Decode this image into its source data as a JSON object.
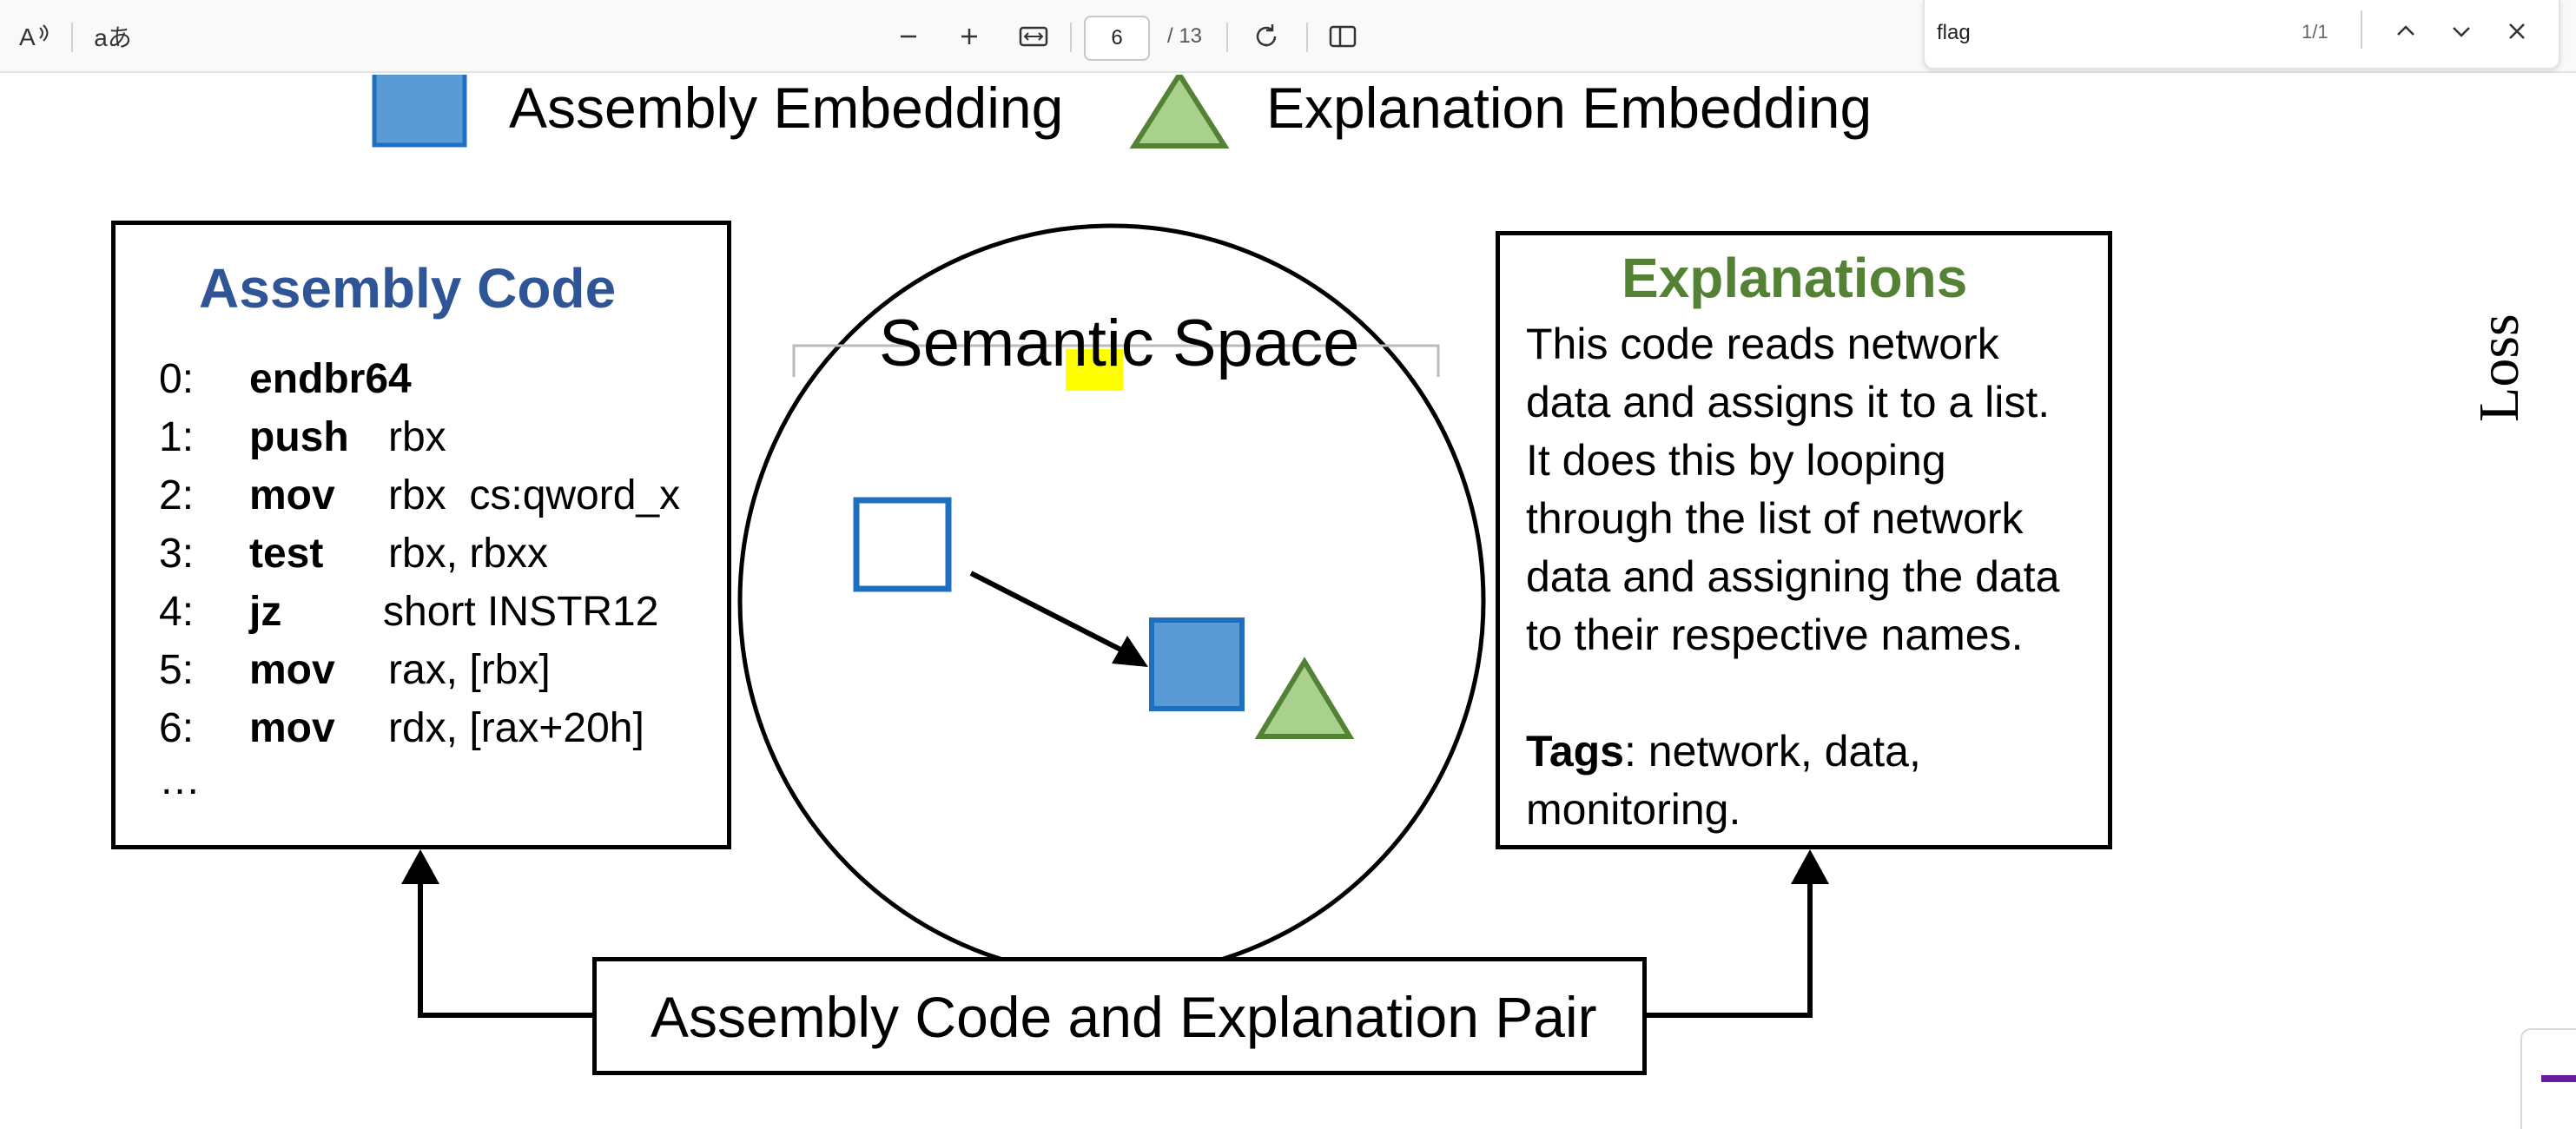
{
  "toolbar": {
    "read_aloud_label": "A",
    "translate_label": "aあ",
    "zoom_out_label": "−",
    "zoom_in_label": "+",
    "page_current": "6",
    "page_total": "/ 13"
  },
  "find": {
    "query": "flag",
    "count": "1/1"
  },
  "figure": {
    "legend": {
      "assembly_label": "Assembly Embedding",
      "explanation_label": "Explanation Embedding"
    },
    "assembly_box": {
      "title": "Assembly Code",
      "lines": [
        {
          "num": "0:",
          "op": "endbr64",
          "args": ""
        },
        {
          "num": "1:",
          "op": "push",
          "args": "rbx"
        },
        {
          "num": "2:",
          "op": "mov",
          "args": "rbx  cs:qword_x"
        },
        {
          "num": "3:",
          "op": "test",
          "args": "rbx, rbxx"
        },
        {
          "num": "4:",
          "op": "jz",
          "args": "short INSTR12"
        },
        {
          "num": "5:",
          "op": "mov",
          "args": "rax, [rbx]"
        },
        {
          "num": "6:",
          "op": "mov",
          "args": "rdx, [rax+20h]"
        }
      ],
      "ellipsis": "…"
    },
    "semantic_space": {
      "title": "Semantic Space"
    },
    "explanations_box": {
      "title": "Explanations",
      "lines": [
        "This code reads network",
        "data and assigns it to a list.",
        "It does this by looping",
        "through the list of network",
        "data and assigning the data",
        "to their respective names."
      ],
      "tags_label": "Tags",
      "tags_value": ": network, data,",
      "tags_value_2": "monitoring."
    },
    "pair_label": "Assembly Code and Explanation Pair",
    "side_label": "Loss"
  },
  "colors": {
    "assembly_title": "#2f5597",
    "explanation_title": "#548235",
    "square_fill": "#5b9bd5",
    "square_stroke": "#1f6fbf",
    "triangle_fill": "#a9d18e",
    "triangle_stroke": "#548235",
    "highlight": "#ffff00"
  }
}
